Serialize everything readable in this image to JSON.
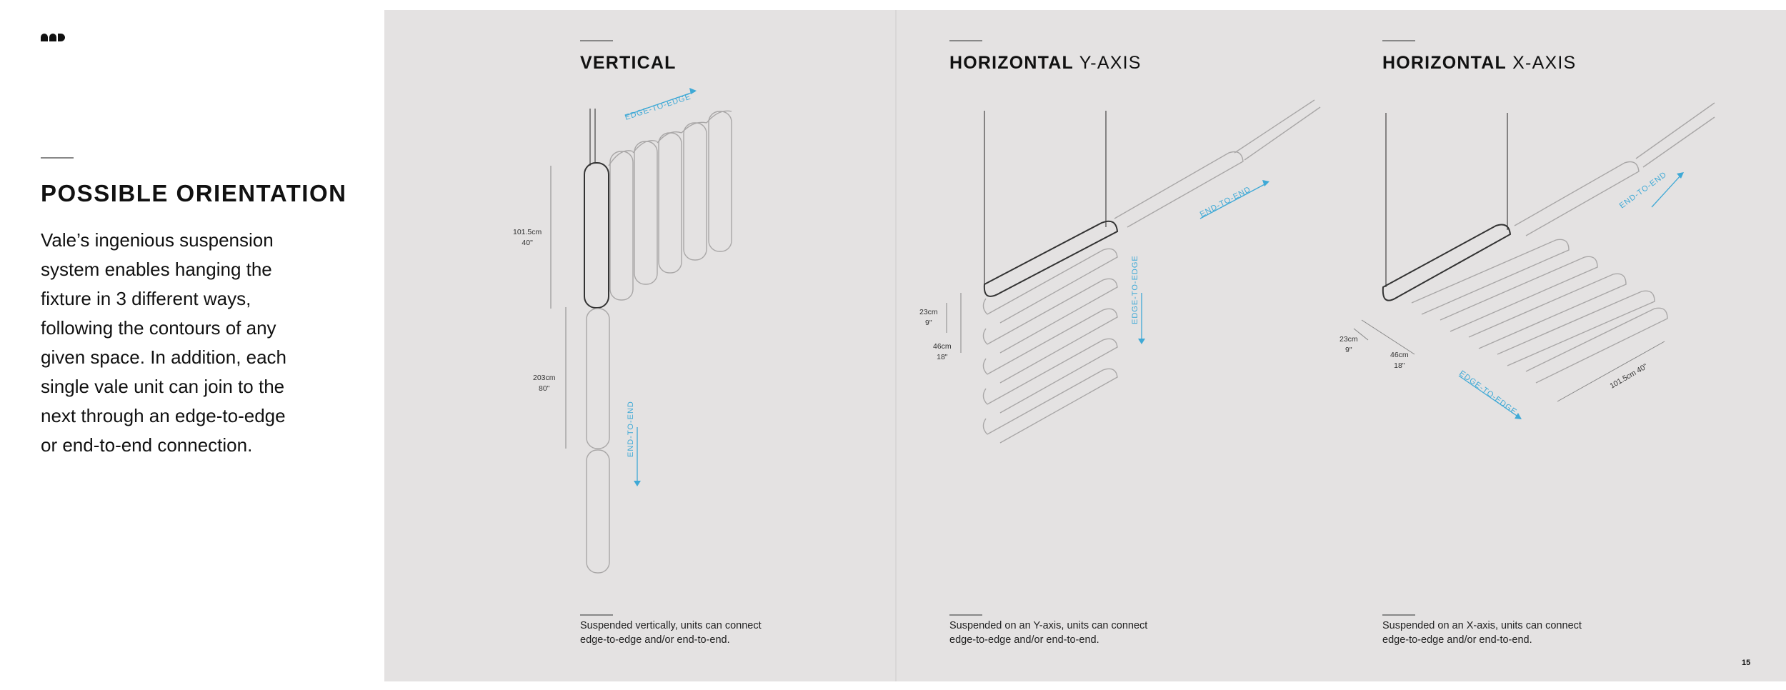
{
  "left": {
    "title": "POSSIBLE ORIENTATION",
    "body_lines": [
      "Vale’s ingenious suspension",
      "system enables hanging the",
      "fixture in 3 different ways,",
      "following the contours of any",
      "given space. In addition, each",
      "single vale unit can join to the",
      "next through an edge-to-edge",
      "or end-to-end connection."
    ]
  },
  "columns": {
    "vertical": {
      "title_bold": "VERTICAL",
      "caption": [
        "Suspended vertically, units can connect",
        "edge-to-edge and/or end-to-end."
      ],
      "dims": {
        "d1": [
          "101.5cm",
          "40\""
        ],
        "d2": [
          "203cm",
          "80\""
        ]
      },
      "arrows": {
        "a1": "EDGE-TO-EDGE",
        "a2": "END-TO-END"
      }
    },
    "y_axis": {
      "title_bold": "HORIZONTAL",
      "title_light": "Y-AXIS",
      "caption": [
        "Suspended on an Y-axis, units can connect",
        "edge-to-edge and/or end-to-end."
      ],
      "dims": {
        "d1": [
          "23cm",
          "9\""
        ],
        "d2": [
          "46cm",
          "18\""
        ]
      },
      "arrows": {
        "a1": "END-TO-END",
        "a2": "EDGE-TO-EDGE"
      }
    },
    "x_axis": {
      "title_bold": "HORIZONTAL",
      "title_light": "X-AXIS",
      "caption": [
        "Suspended on an X-axis, units can connect",
        "edge-to-edge and/or end-to-end."
      ],
      "dims": {
        "d1": [
          "23cm",
          "9\""
        ],
        "d2": [
          "46cm",
          "18\""
        ],
        "d3": "101.5cm 40\""
      },
      "arrows": {
        "a1": "END-TO-END",
        "a2": "EDGE-TO-EDGE"
      }
    }
  },
  "page_number": "15",
  "colors": {
    "panel": "#e4e2e2",
    "accent": "#3fa9d6"
  }
}
